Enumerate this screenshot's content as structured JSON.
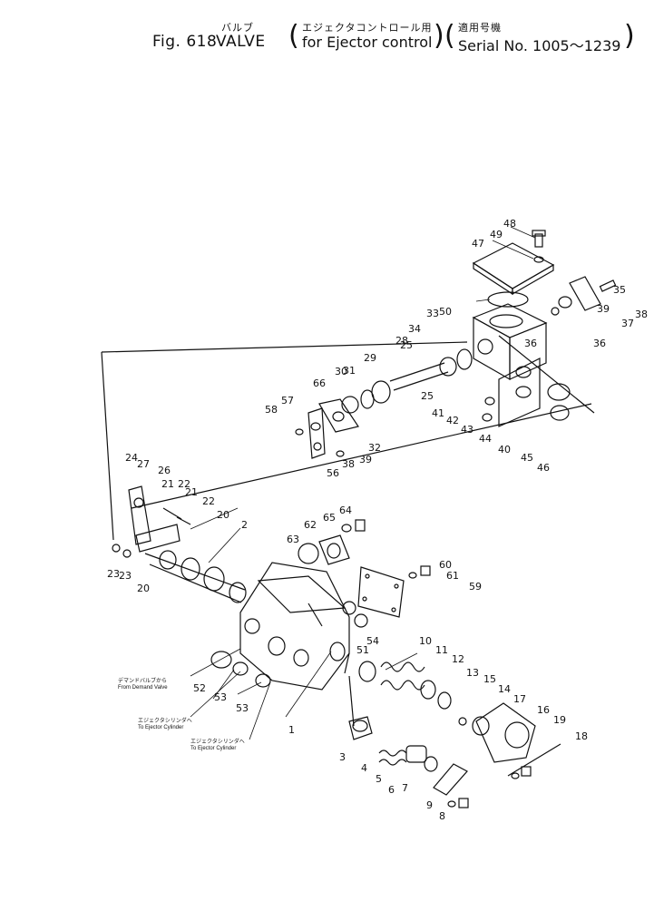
{
  "header": {
    "figure": "Fig. 618",
    "title": "VALVE",
    "title_jp": "バルブ",
    "usage_jp": "エジェクタコントロール用",
    "usage_en": "for Ejector control",
    "serial_jp": "適用号機",
    "serial_en": "Serial No. 1005～1239"
  },
  "annotations": {
    "from_demand_valve_jp": "デマンドバルブから",
    "from_demand_valve_en": "From Demand Valve",
    "to_ejector_cylinder_jp_1": "エジェクタシリンダへ",
    "to_ejector_cylinder_en_1": "To Ejector Cylinder",
    "to_ejector_cylinder_jp_2": "エジェクタシリンダへ",
    "to_ejector_cylinder_en_2": "To Ejector Cylinder"
  },
  "part_numbers": [
    "1",
    "2",
    "3",
    "4",
    "5",
    "6",
    "7",
    "8",
    "9",
    "10",
    "11",
    "12",
    "13",
    "14",
    "15",
    "16",
    "17",
    "18",
    "19",
    "20",
    "20",
    "21",
    "21",
    "22",
    "22",
    "23",
    "23",
    "24",
    "25",
    "25",
    "26",
    "27",
    "28",
    "29",
    "30",
    "31",
    "32",
    "33",
    "34",
    "35",
    "36",
    "36",
    "37",
    "38",
    "38",
    "39",
    "39",
    "40",
    "41",
    "42",
    "43",
    "44",
    "45",
    "46",
    "47",
    "48",
    "49",
    "50",
    "51",
    "52",
    "53",
    "53",
    "54",
    "56",
    "57",
    "58",
    "59",
    "60",
    "61",
    "62",
    "63",
    "64",
    "65",
    "66"
  ]
}
